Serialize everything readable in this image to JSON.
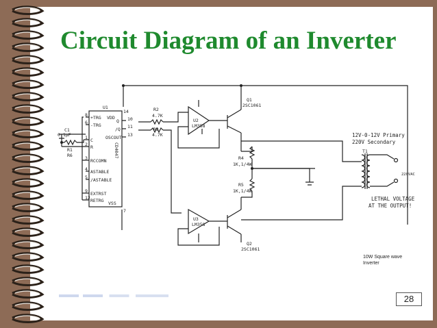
{
  "slide": {
    "title": "Circuit Diagram of an Inverter",
    "page_number": "28",
    "caption_lines": [
      "10W Square wave",
      "Inverter"
    ]
  },
  "colors": {
    "background": "#8d6b56",
    "paper": "#ffffff",
    "title": "#1f8a2e",
    "ink": "#222222"
  },
  "diagram": {
    "components": {
      "u1": "U1",
      "u1_part": "CD4047",
      "u2": "U2",
      "u2_part": "LM358",
      "u3": "U3",
      "u3_part": "LM358",
      "q1": "Q1",
      "q1_part": "2SC1061",
      "q2": "Q2",
      "q2_part": "2SC1061",
      "r2": "R2",
      "r2_val": "4.7K",
      "r3": "R3",
      "r3_val": "4.7K",
      "r4": "R4",
      "r4_val": "1K,1/4W",
      "r5": "R5",
      "r5_val": "1K,1/4W",
      "r1": "R1",
      "r6": "R6",
      "c1": "C1",
      "c1_val": "0.1µF",
      "t1": "T1"
    },
    "u1_pins_left": [
      "+TRG",
      "-TRG",
      "C",
      "R",
      "RCCOMN",
      "ASTABLE",
      "/ASTABLE",
      "EXTRST",
      "RETRG"
    ],
    "u1_pin_nums_left": [
      "8",
      "6",
      "1",
      "2",
      "3",
      "4",
      "5",
      "9",
      "12"
    ],
    "u1_pins_right": [
      "VDD",
      "Q",
      "/Q",
      "OSCOUT"
    ],
    "u1_pin_nums_right": [
      "14",
      "10",
      "11",
      "13"
    ],
    "u1_vss": "VSS",
    "u1_vss_num": "7",
    "notes": {
      "primary": "12V-0-12V Primary",
      "secondary": "220V Secondary",
      "output": "220VAC",
      "warning_1": "LETHAL VOLTAGE",
      "warning_2": "AT THE OUTPUT!"
    }
  }
}
